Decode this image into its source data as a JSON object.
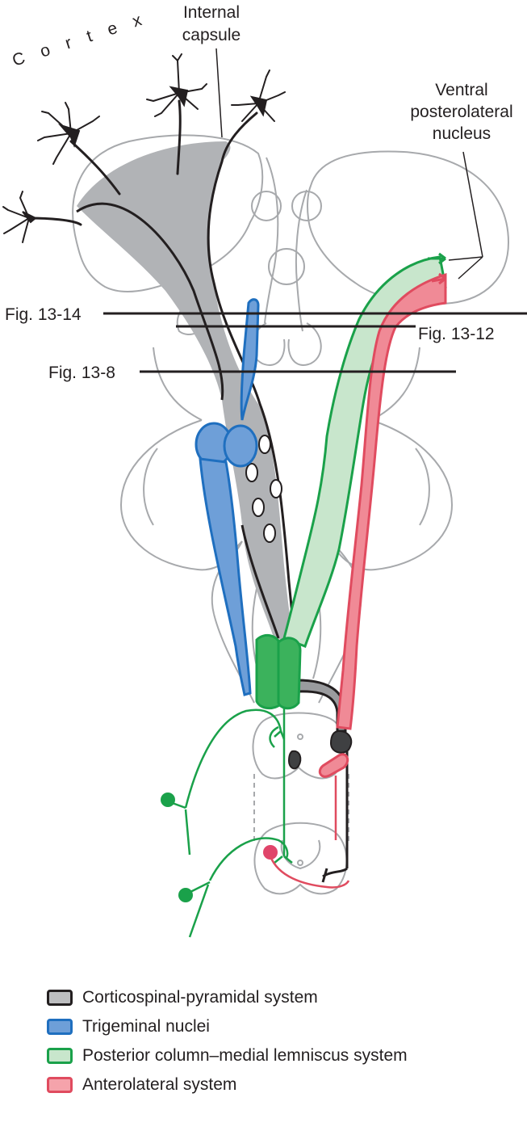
{
  "labels": {
    "cortex": "Cortex",
    "internal_capsule_line1": "Internal",
    "internal_capsule_line2": "capsule",
    "vpl_line1": "Ventral",
    "vpl_line2": "posterolateral",
    "vpl_line3": "nucleus",
    "fig_13_14": "Fig. 13-14",
    "fig_13_12": "Fig. 13-12",
    "fig_13_8": "Fig. 13-8"
  },
  "legend": [
    {
      "label": "Corticospinal-pyramidal system",
      "fill": "#bdbec0",
      "stroke": "#231f20"
    },
    {
      "label": "Trigeminal nuclei",
      "fill": "#6e9fd8",
      "stroke": "#1f6fbf"
    },
    {
      "label": "Posterior column–medial lemniscus system",
      "fill": "#c8e6cc",
      "stroke": "#1aa14a"
    },
    {
      "label": "Anterolateral system",
      "fill": "#f5a3ab",
      "stroke": "#e04b5f"
    }
  ],
  "colors": {
    "outline": "#a7a9ac",
    "corticospinal_fill": "#b1b3b6",
    "corticospinal_stroke": "#231f20",
    "trigeminal_fill": "#6e9fd8",
    "trigeminal_stroke": "#1f6fbf",
    "lemniscus_fill": "#c8e6cc",
    "lemniscus_stroke": "#1aa14a",
    "nucleus_green": "#3bb25c",
    "anterolateral_fill": "#f08a96",
    "anterolateral_stroke": "#e04b5f"
  }
}
